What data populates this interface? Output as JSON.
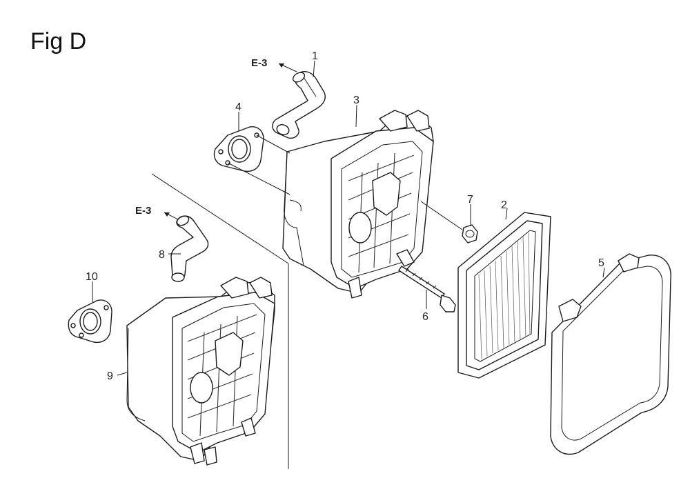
{
  "figure": {
    "title": "Fig D"
  },
  "references": {
    "upper": "E-3",
    "lower": "E-3"
  },
  "callouts": {
    "c1": "1",
    "c2": "2",
    "c3": "3",
    "c4": "4",
    "c5": "5",
    "c6": "6",
    "c7": "7",
    "c8": "8",
    "c9": "9",
    "c10": "10"
  }
}
